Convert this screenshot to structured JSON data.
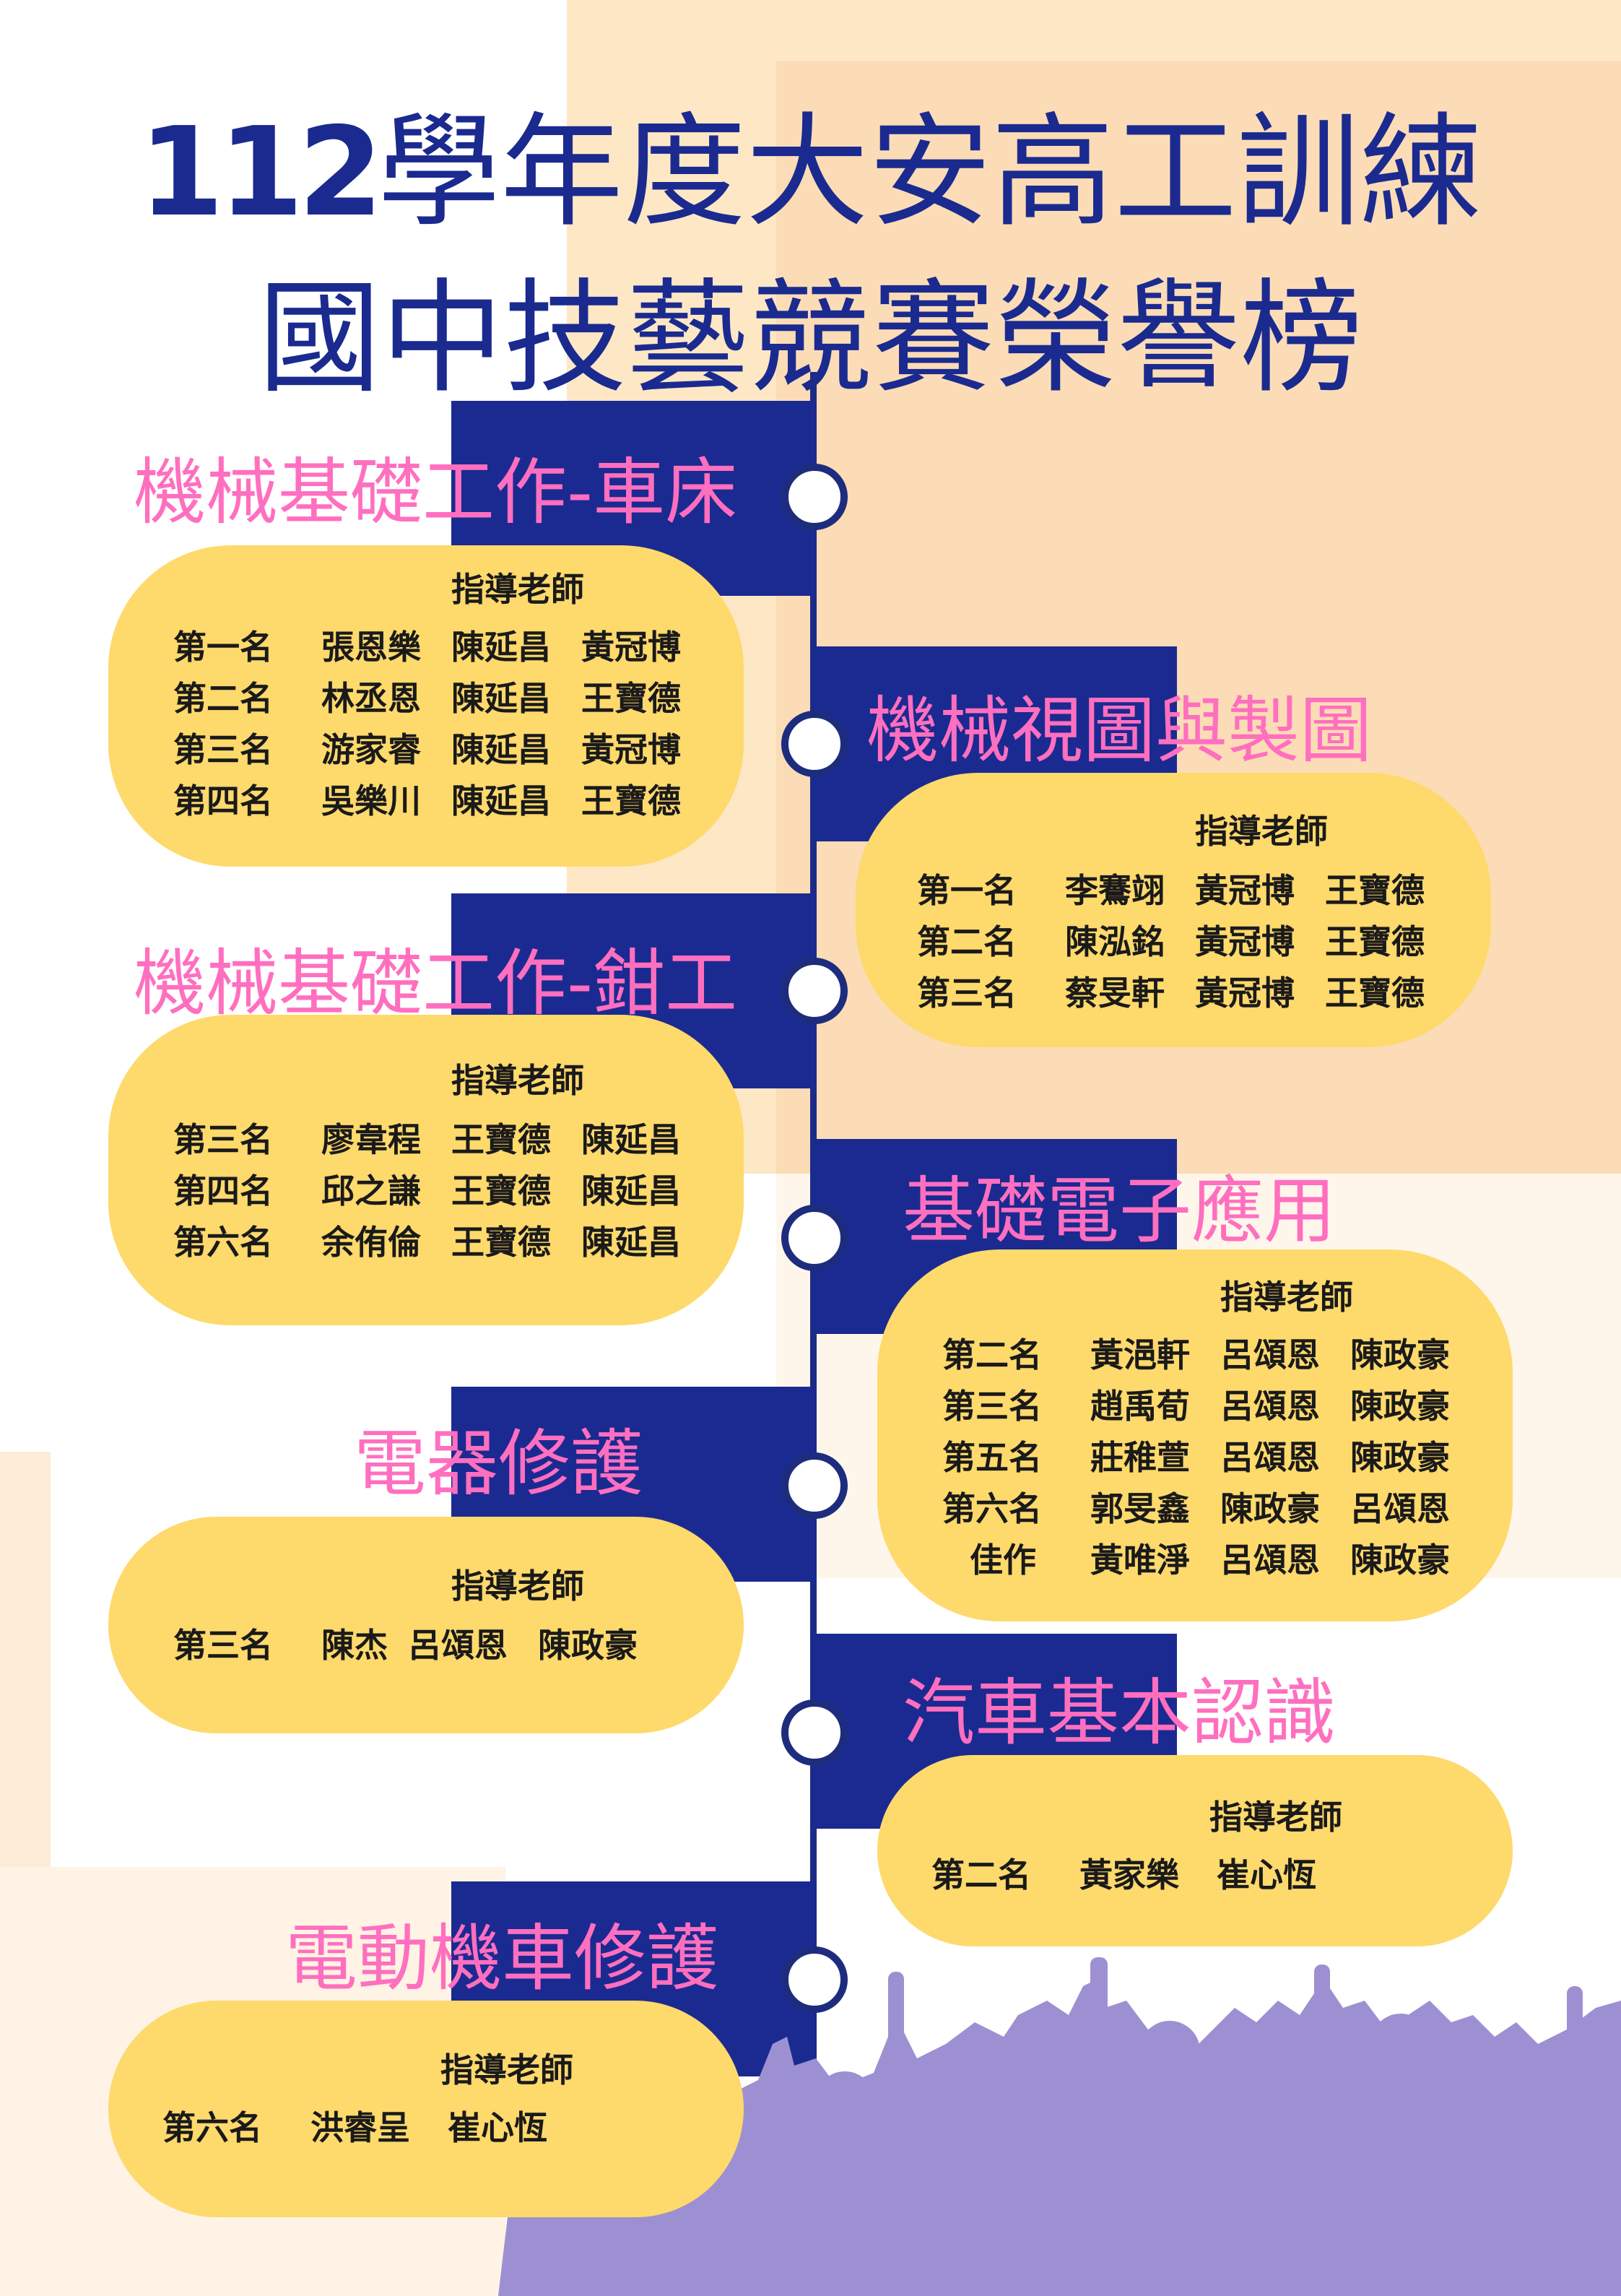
{
  "poster": {
    "title_number": "112",
    "title_line1": "學年度大安高工訓練",
    "title_line2": "國中技藝競賽榮譽榜",
    "advisor_header": "指導老師"
  },
  "colors": {
    "navy": "#1b2a90",
    "pink": "#ff6fbf",
    "card": "#fed96c",
    "peach": "#fde7c5",
    "crowd": "#9d90d2"
  },
  "categories": [
    {
      "name": "機械基礎工作-車床",
      "rows": [
        {
          "rank": "第一名",
          "student": "張恩樂",
          "t1": "陳延昌",
          "t2": "黃冠博"
        },
        {
          "rank": "第二名",
          "student": "林丞恩",
          "t1": "陳延昌",
          "t2": "王寶德"
        },
        {
          "rank": "第三名",
          "student": "游家睿",
          "t1": "陳延昌",
          "t2": "黃冠博"
        },
        {
          "rank": "第四名",
          "student": "吳樂川",
          "t1": "陳延昌",
          "t2": "王寶德"
        }
      ]
    },
    {
      "name": "機械視圖與製圖",
      "rows": [
        {
          "rank": "第一名",
          "student": "李鶱翊",
          "t1": "黃冠博",
          "t2": "王寶德"
        },
        {
          "rank": "第二名",
          "student": "陳泓銘",
          "t1": "黃冠博",
          "t2": "王寶德"
        },
        {
          "rank": "第三名",
          "student": "蔡旻軒",
          "t1": "黃冠博",
          "t2": "王寶德"
        }
      ]
    },
    {
      "name": "機械基礎工作-鉗工",
      "rows": [
        {
          "rank": "第三名",
          "student": "廖韋程",
          "t1": "王寶德",
          "t2": "陳延昌"
        },
        {
          "rank": "第四名",
          "student": "邱之謙",
          "t1": "王寶德",
          "t2": "陳延昌"
        },
        {
          "rank": "第六名",
          "student": "余侑倫",
          "t1": "王寶德",
          "t2": "陳延昌"
        }
      ]
    },
    {
      "name": "基礎電子應用",
      "rows": [
        {
          "rank": "第二名",
          "student": "黃浥軒",
          "t1": "呂頌恩",
          "t2": "陳政豪"
        },
        {
          "rank": "第三名",
          "student": "趙禹荀",
          "t1": "呂頌恩",
          "t2": "陳政豪"
        },
        {
          "rank": "第五名",
          "student": "莊稚萱",
          "t1": "呂頌恩",
          "t2": "陳政豪"
        },
        {
          "rank": "第六名",
          "student": "郭旻鑫",
          "t1": "陳政豪",
          "t2": "呂頌恩"
        },
        {
          "rank": "佳作",
          "student": "黃唯淨",
          "t1": "呂頌恩",
          "t2": "陳政豪"
        }
      ]
    },
    {
      "name": "電器修護",
      "rows": [
        {
          "rank": "第三名",
          "student": "陳杰",
          "t1": "呂頌恩",
          "t2": "陳政豪"
        }
      ]
    },
    {
      "name": "汽車基本認識",
      "rows": [
        {
          "rank": "第二名",
          "student": "黃家樂",
          "t1": "崔心恆",
          "t2": ""
        }
      ]
    },
    {
      "name": "電動機車修護",
      "rows": [
        {
          "rank": "第六名",
          "student": "洪睿呈",
          "t1": "崔心恆",
          "t2": ""
        }
      ]
    }
  ]
}
